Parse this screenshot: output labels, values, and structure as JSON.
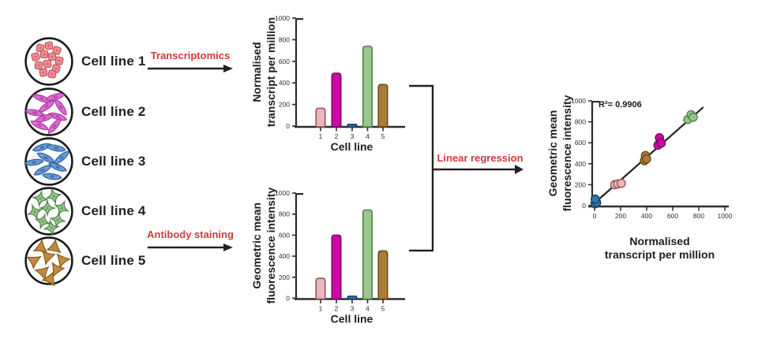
{
  "colors": {
    "accent_red": "#ce3a3c",
    "axis": "#2b2b2b",
    "arrow": "#222222"
  },
  "cell_lines": [
    {
      "label": "Cell line 1",
      "color": "#ee9196",
      "outline": "#c05059",
      "icon": "round-square-cells"
    },
    {
      "label": "Cell line 2",
      "color": "#d76fcb",
      "outline": "#ae36a0",
      "icon": "spindle-cells"
    },
    {
      "label": "Cell line 3",
      "color": "#6b9bd2",
      "outline": "#2e5f9f",
      "icon": "spindle-cells"
    },
    {
      "label": "Cell line 4",
      "color": "#93c688",
      "outline": "#51804a",
      "icon": "stellate-cells"
    },
    {
      "label": "Cell line 5",
      "color": "#c18c3f",
      "outline": "#875a1d",
      "icon": "triangular-cells"
    }
  ],
  "process": {
    "transcriptomics": "Transcriptomics",
    "antibody_staining": "Antibody staining",
    "linear_regression": "Linear regression"
  },
  "chart_data": [
    {
      "id": "transcript-bar",
      "type": "bar",
      "title": "",
      "categories": [
        "1",
        "2",
        "3",
        "4",
        "5"
      ],
      "values": [
        165,
        490,
        5,
        740,
        385
      ],
      "bar_colors": [
        "#ecb5b9",
        "#cd08a5",
        "#3273ac",
        "#97c78b",
        "#aa7c36"
      ],
      "bar_strokes": [
        "#8f4e55",
        "#740a5e",
        "#1c3c60",
        "#4f7d47",
        "#66451a"
      ],
      "xlabel": "Cell line",
      "ylabel": "Normalised\ntranscript per million",
      "ylim": [
        0,
        1000
      ],
      "yticks": [
        0,
        200,
        400,
        600,
        800,
        1000
      ],
      "grid": false
    },
    {
      "id": "fluorescence-bar",
      "type": "bar",
      "title": "",
      "categories": [
        "1",
        "2",
        "3",
        "4",
        "5"
      ],
      "values": [
        190,
        600,
        20,
        840,
        450
      ],
      "bar_colors": [
        "#ecb5b9",
        "#cd08a5",
        "#3273ac",
        "#97c78b",
        "#aa7c36"
      ],
      "bar_strokes": [
        "#8f4e55",
        "#740a5e",
        "#1c3c60",
        "#4f7d47",
        "#66451a"
      ],
      "xlabel": "Cell line",
      "ylabel": "Geometric mean\nfluorescence intensity",
      "ylim": [
        0,
        1000
      ],
      "yticks": [
        0,
        200,
        400,
        600,
        800,
        1000
      ],
      "grid": false
    },
    {
      "id": "regression-scatter",
      "type": "scatter",
      "title": "",
      "annotation": "R²= 0.9906",
      "xlabel": "Normalised\ntranscript per million",
      "ylabel": "Geometric mean\nfluorescence intensity",
      "xlim": [
        0,
        1000
      ],
      "ylim": [
        0,
        1000
      ],
      "xticks": [
        0,
        200,
        400,
        600,
        800,
        1000
      ],
      "yticks": [
        0,
        200,
        400,
        600,
        800,
        1000
      ],
      "grid": false,
      "legend": "none",
      "regression_line": {
        "x1": 0,
        "y1": 25,
        "x2": 835,
        "y2": 940
      },
      "series": [
        {
          "name": "Cell line 3",
          "color": "#3273ac",
          "stroke": "#1c3c60",
          "points": [
            [
              3,
              18
            ],
            [
              9,
              48
            ],
            [
              16,
              30
            ],
            [
              5,
              62
            ]
          ]
        },
        {
          "name": "Cell line 1",
          "color": "#ecb5b9",
          "stroke": "#8f4e55",
          "points": [
            [
              155,
              200
            ],
            [
              178,
              207
            ],
            [
              205,
              213
            ]
          ]
        },
        {
          "name": "Cell line 5",
          "color": "#aa7c36",
          "stroke": "#66451a",
          "points": [
            [
              383,
              430
            ],
            [
              391,
              478
            ],
            [
              399,
              446
            ]
          ]
        },
        {
          "name": "Cell line 2",
          "color": "#cd08a5",
          "stroke": "#740a5e",
          "points": [
            [
              487,
              578
            ],
            [
              498,
              648
            ],
            [
              512,
              598
            ]
          ]
        },
        {
          "name": "Cell line 4",
          "color": "#93c688",
          "stroke": "#51804a",
          "points": [
            [
              716,
              822
            ],
            [
              741,
              868
            ],
            [
              757,
              843
            ]
          ]
        }
      ]
    }
  ]
}
